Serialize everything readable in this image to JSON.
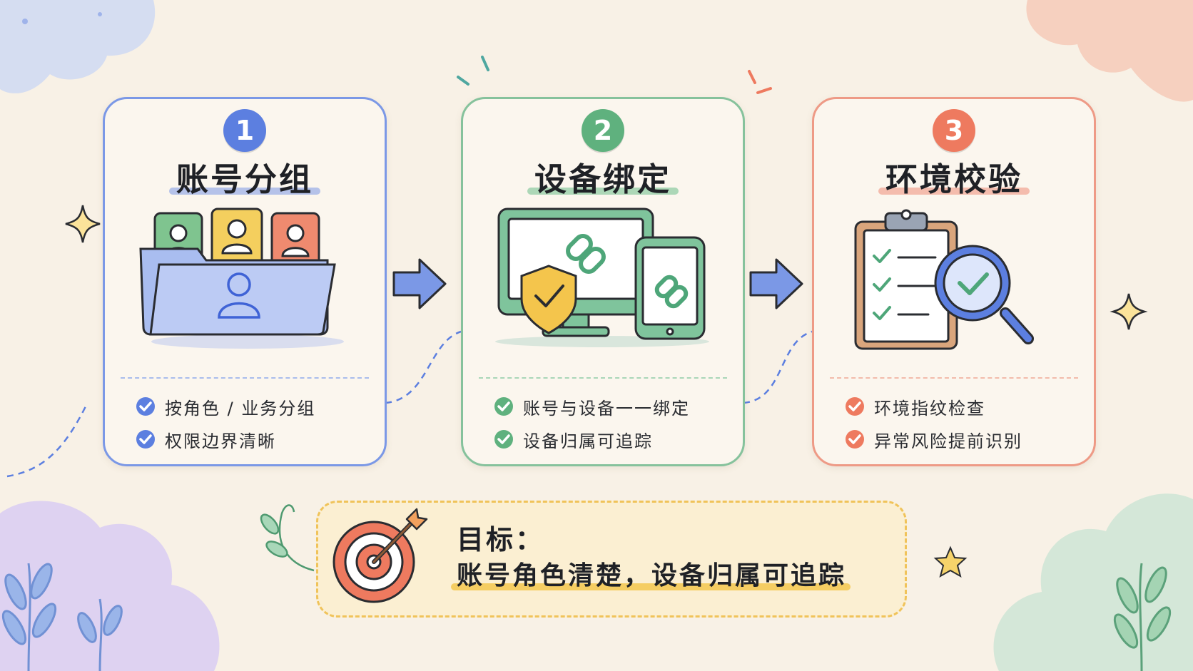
{
  "steps": [
    {
      "number": "1",
      "title": "账号分组",
      "bullets": [
        "按角色 / 业务分组",
        "权限边界清晰"
      ],
      "accent": "#5c7fe0",
      "icon": "account-folder-icon"
    },
    {
      "number": "2",
      "title": "设备绑定",
      "bullets": [
        "账号与设备一一绑定",
        "设备归属可追踪"
      ],
      "accent": "#5fb17e",
      "icon": "device-link-icon"
    },
    {
      "number": "3",
      "title": "环境校验",
      "bullets": [
        "环境指纹检查",
        "异常风险提前识别"
      ],
      "accent": "#ee7a5f",
      "icon": "checklist-magnifier-icon"
    }
  ],
  "goal": {
    "label": "目标：",
    "text": "账号角色清楚，设备归属可追踪",
    "icon": "target-icon"
  }
}
